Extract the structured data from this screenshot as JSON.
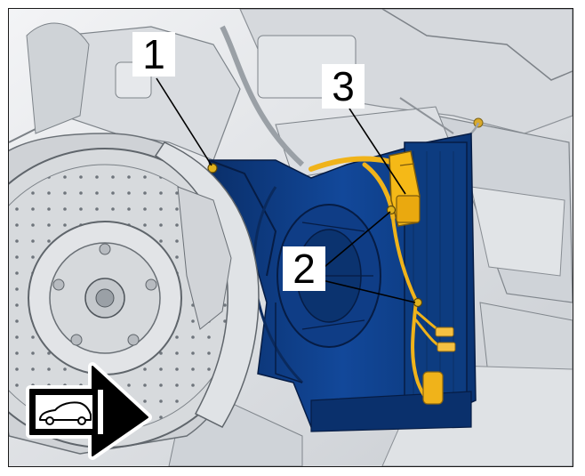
{
  "callouts": [
    {
      "number": "1",
      "component": "fastening-point"
    },
    {
      "number": "2",
      "component": "fastening-points"
    },
    {
      "number": "3",
      "component": "connector"
    }
  ],
  "colors": {
    "highlight_part": "#0d3f86",
    "wiring_harness": "#f0b31a",
    "background_parts": "#dcdfe3",
    "frame": "#1a1a1a"
  },
  "icons": [
    "direction-of-travel-arrow-icon",
    "vehicle-side-view-icon",
    "brake-disc-icon"
  ]
}
